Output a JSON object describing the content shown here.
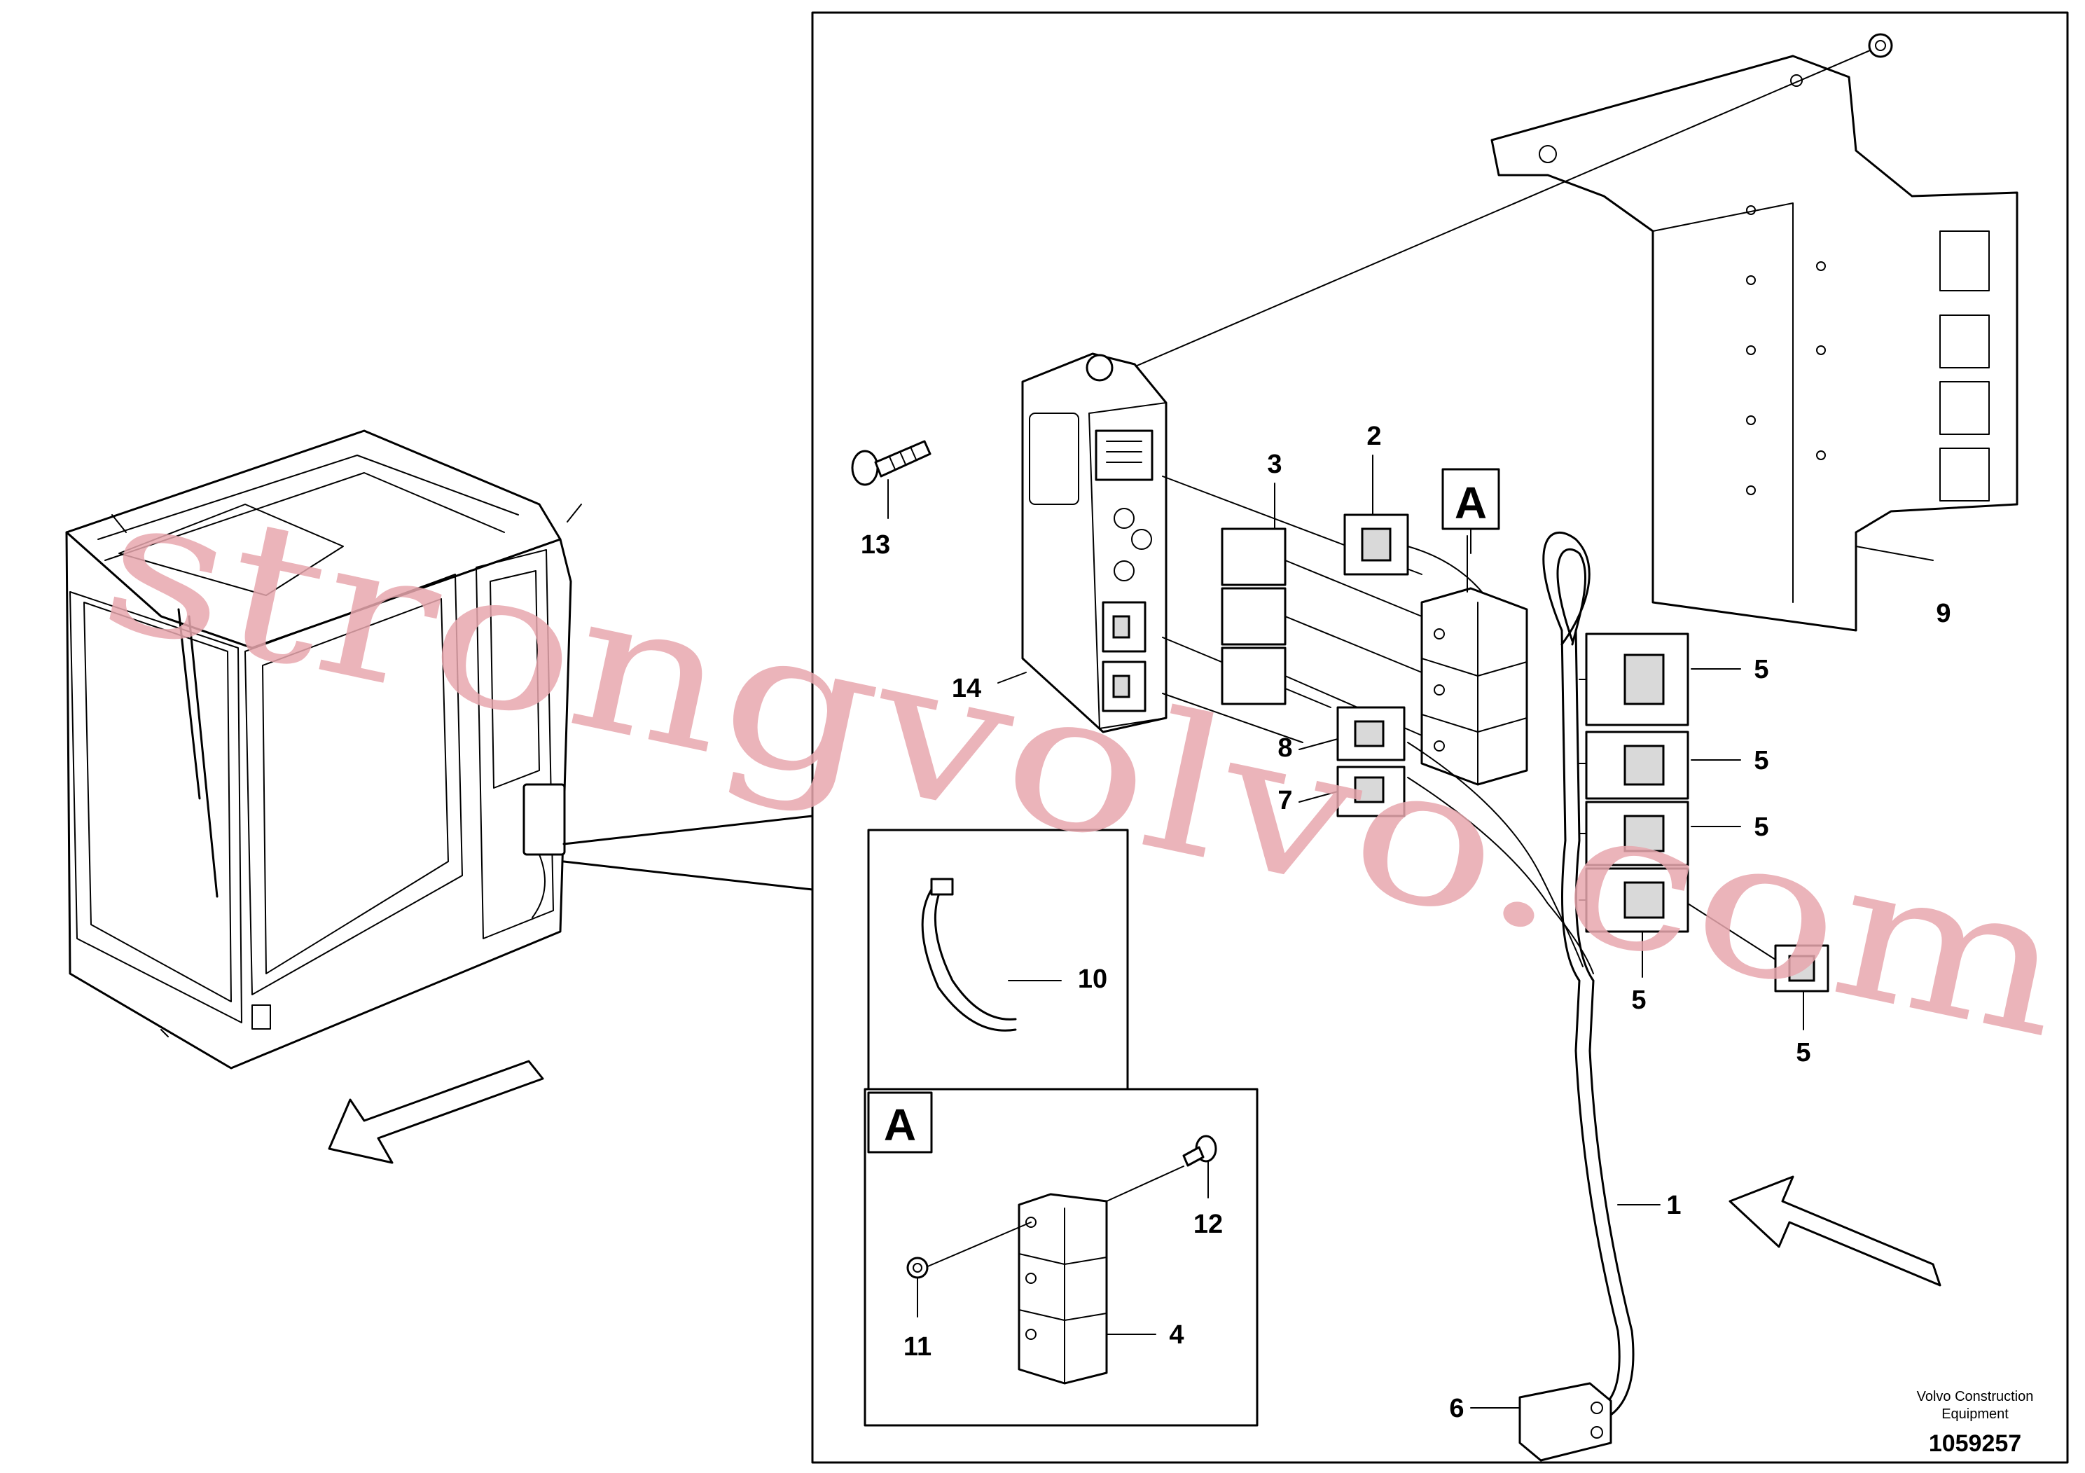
{
  "callouts": {
    "c1": "1",
    "c2": "2",
    "c3": "3",
    "c4": "4",
    "c5a": "5",
    "c5b": "5",
    "c5c": "5",
    "c5d": "5",
    "c5e": "5",
    "c6": "6",
    "c7": "7",
    "c8": "8",
    "c9": "9",
    "c10": "10",
    "c11": "11",
    "c12": "12",
    "c13": "13",
    "c14": "14"
  },
  "detail_label_main": "A",
  "detail_label_inset": "A",
  "watermark": "strongvolvo.com",
  "footer": {
    "company_line1": "Volvo Construction",
    "company_line2": "Equipment",
    "drawing_number": "1059257"
  }
}
